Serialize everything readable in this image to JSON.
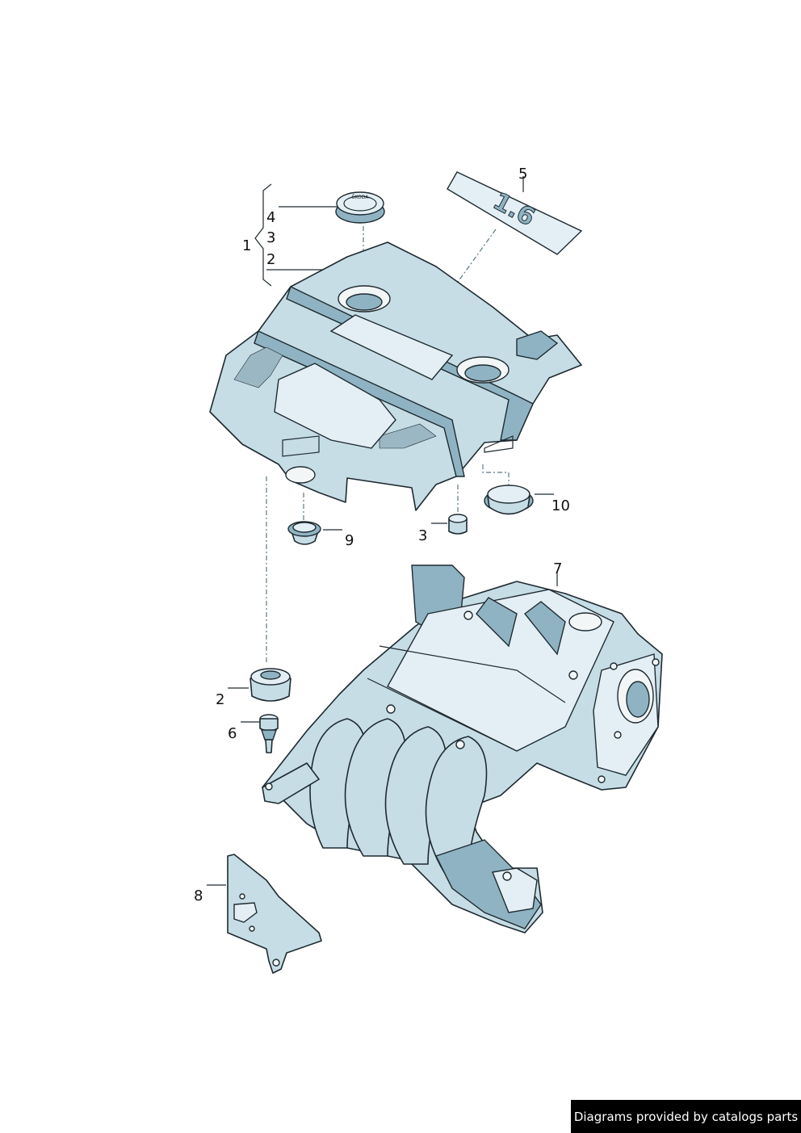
{
  "callouts": {
    "c1": "1",
    "c2_group": "2",
    "c3_group": "3",
    "c4_group": "4",
    "c5": "5",
    "c10": "10",
    "c9": "9",
    "c3": "3",
    "c7": "7",
    "c2": "2",
    "c6": "6",
    "c8": "8"
  },
  "badge_text": "1.6",
  "emblem_text": "ŠKODA",
  "footer": "Diagrams provided by catalogs parts",
  "colors": {
    "part_fill": "#c6dde6",
    "part_shade": "#8fb3c2",
    "outline": "#1e2a30",
    "footer_bg": "#000000",
    "footer_text": "#ffffff"
  }
}
